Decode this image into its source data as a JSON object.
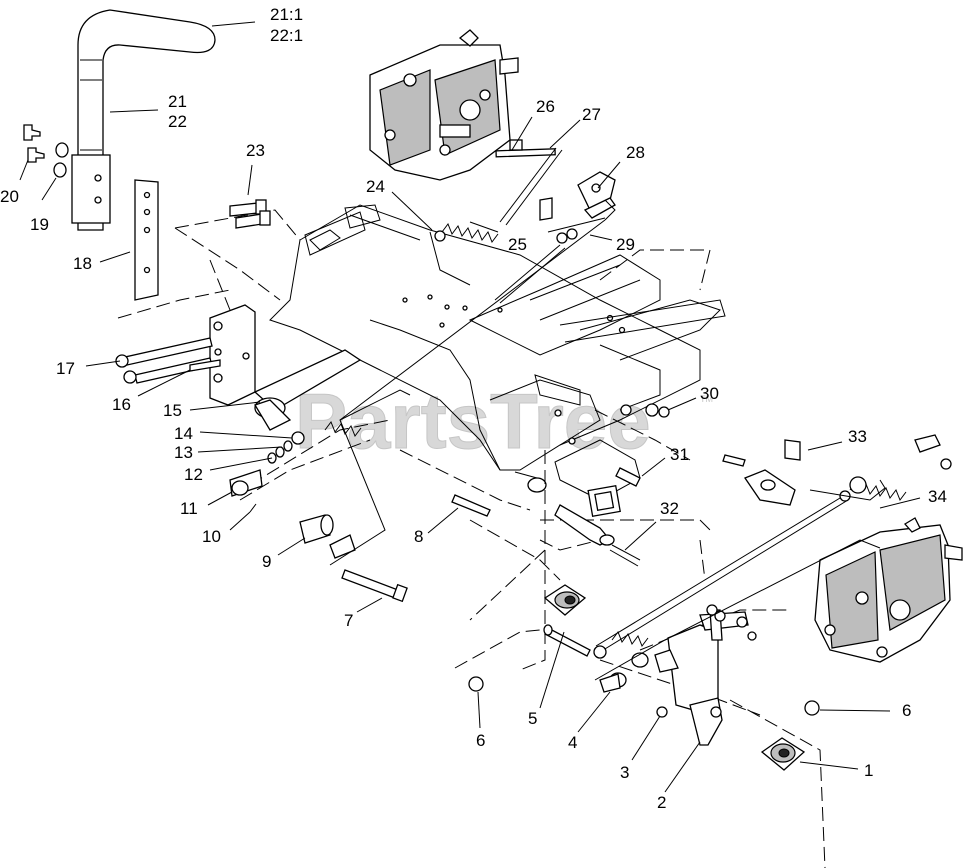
{
  "watermark": {
    "text": "PartsTree",
    "mark": "TM"
  },
  "callouts": {
    "c1": "1",
    "c2": "2",
    "c3": "3",
    "c4": "4",
    "c5": "5",
    "c6a": "6",
    "c6b": "6",
    "c7": "7",
    "c8": "8",
    "c9": "9",
    "c10": "10",
    "c11": "11",
    "c12": "12",
    "c13": "13",
    "c14": "14",
    "c15": "15",
    "c16": "16",
    "c17": "17",
    "c18": "18",
    "c19": "19",
    "c20": "20",
    "c21a": "21",
    "c22a": "22",
    "c21b": "21:1",
    "c22b": "22:1",
    "c23": "23",
    "c24": "24",
    "c25": "25",
    "c26": "26",
    "c27": "27",
    "c28": "28",
    "c29": "29",
    "c30": "30",
    "c31": "31",
    "c32": "32",
    "c33": "33",
    "c34": "34"
  },
  "colors": {
    "ink": "#000000",
    "watermark": "#d8d8d8",
    "part_shade": "#bdbdbd"
  }
}
